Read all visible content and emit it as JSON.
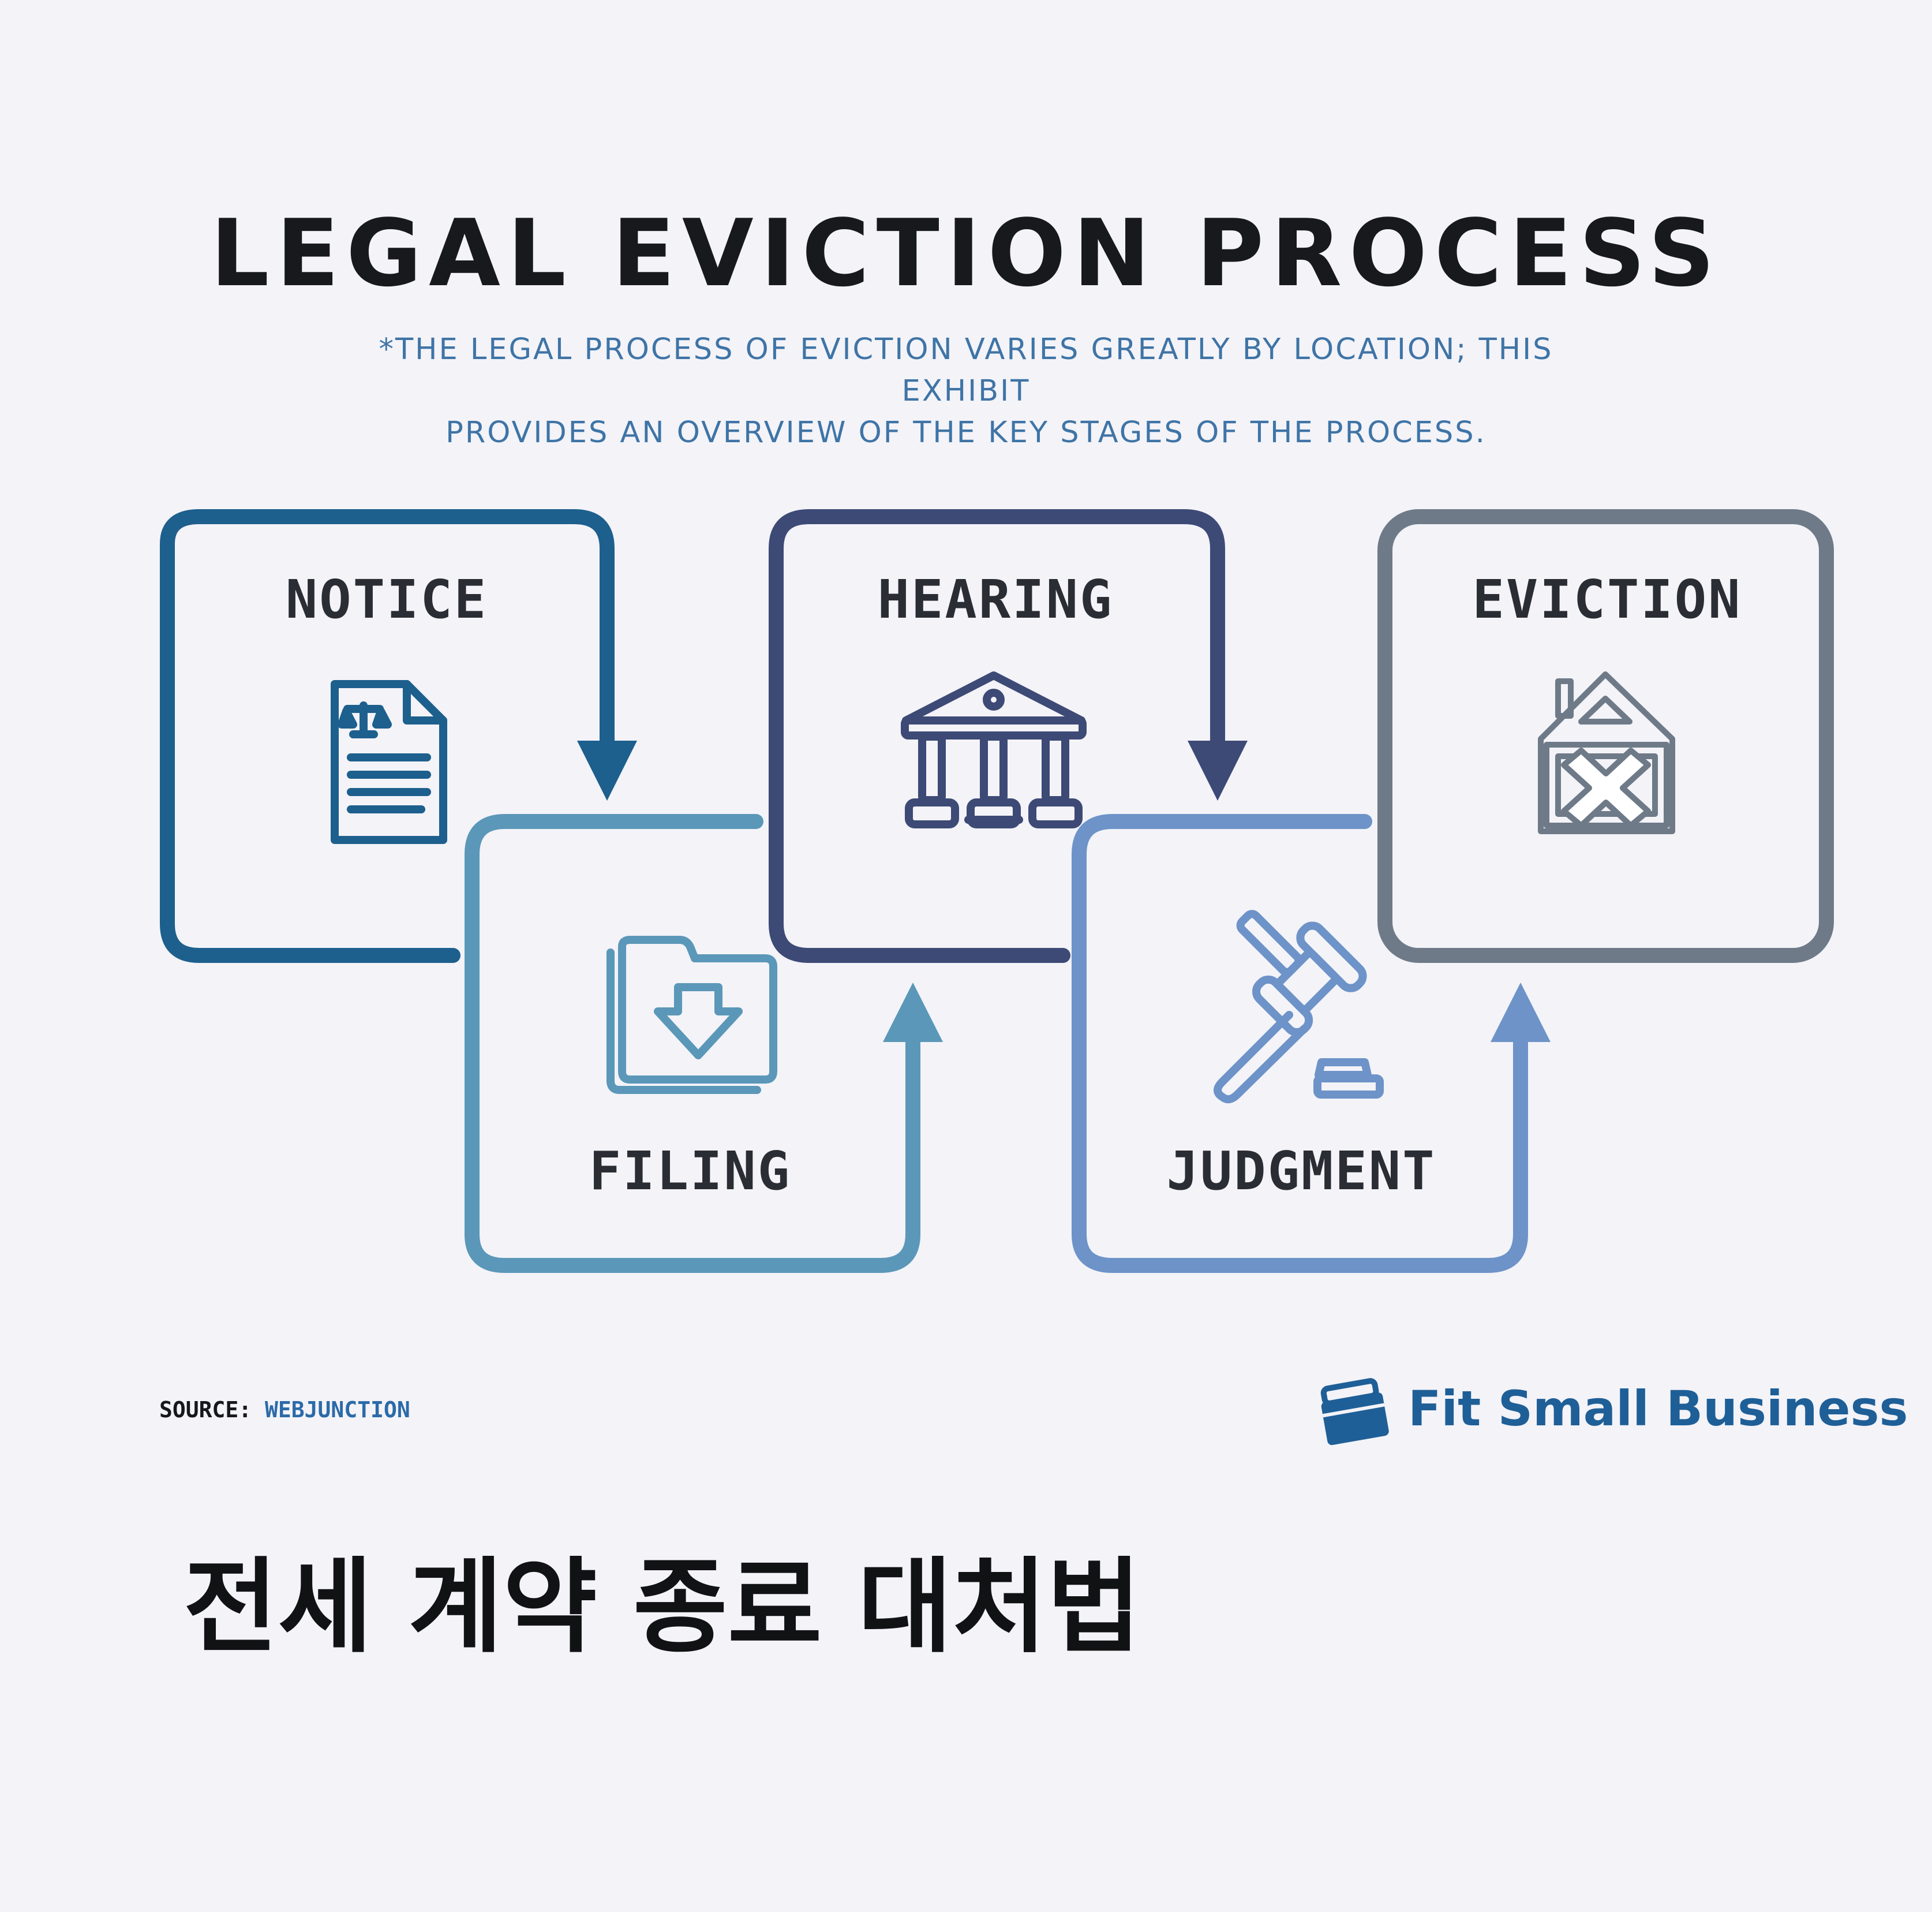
{
  "title": "LEGAL EVICTION PROCESS",
  "subtitle_line1": "*THE LEGAL PROCESS OF EVICTION VARIES GREATLY BY LOCATION; THIS EXHIBIT",
  "subtitle_line2": "PROVIDES AN OVERVIEW OF THE KEY STAGES OF THE PROCESS.",
  "stages": [
    {
      "label": "NOTICE",
      "icon": "legal-document-icon",
      "color": "#1d5f8d"
    },
    {
      "label": "FILING",
      "icon": "folder-download-icon",
      "color": "#5b97b8"
    },
    {
      "label": "HEARING",
      "icon": "courthouse-icon",
      "color": "#3d4a76"
    },
    {
      "label": "JUDGMENT",
      "icon": "gavel-icon",
      "color": "#6d93c8"
    },
    {
      "label": "EVICTION",
      "icon": "condemned-house-icon",
      "color": "#6e7a88"
    }
  ],
  "source_label": "SOURCE:",
  "source_name": "WEBJUNCTION",
  "brand_name": "Fit Small Business",
  "caption": "전세 계약 종료 대처법"
}
